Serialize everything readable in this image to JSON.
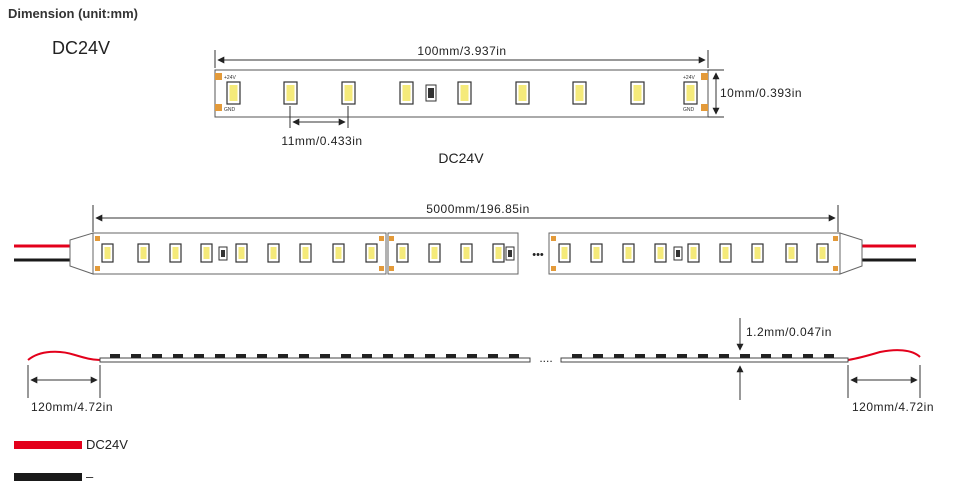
{
  "heading": "Dimension (unit:mm)",
  "voltage_title": "DC24V",
  "strip_caption": "DC24V",
  "dims": {
    "segment_length": "100mm/3.937in",
    "width": "10mm/0.393in",
    "pitch": "11mm/0.433in",
    "total_length": "5000mm/196.85in",
    "thickness": "1.2mm/0.047in",
    "lead_left": "120mm/4.72in",
    "lead_right": "120mm/4.72in"
  },
  "pad_labels": {
    "positive": "+24V",
    "ground": "GND"
  },
  "ellipsis": "•••",
  "profile_ellipsis": "....",
  "legend": [
    {
      "label": "DC24V",
      "color": "#e3001b"
    },
    {
      "label": "–",
      "color": "#1a1a1a"
    }
  ],
  "colors": {
    "wire_red": "#e3001b",
    "wire_black": "#1a1a1a",
    "pad": "#e39a3a",
    "led": "#f5ea7a"
  }
}
